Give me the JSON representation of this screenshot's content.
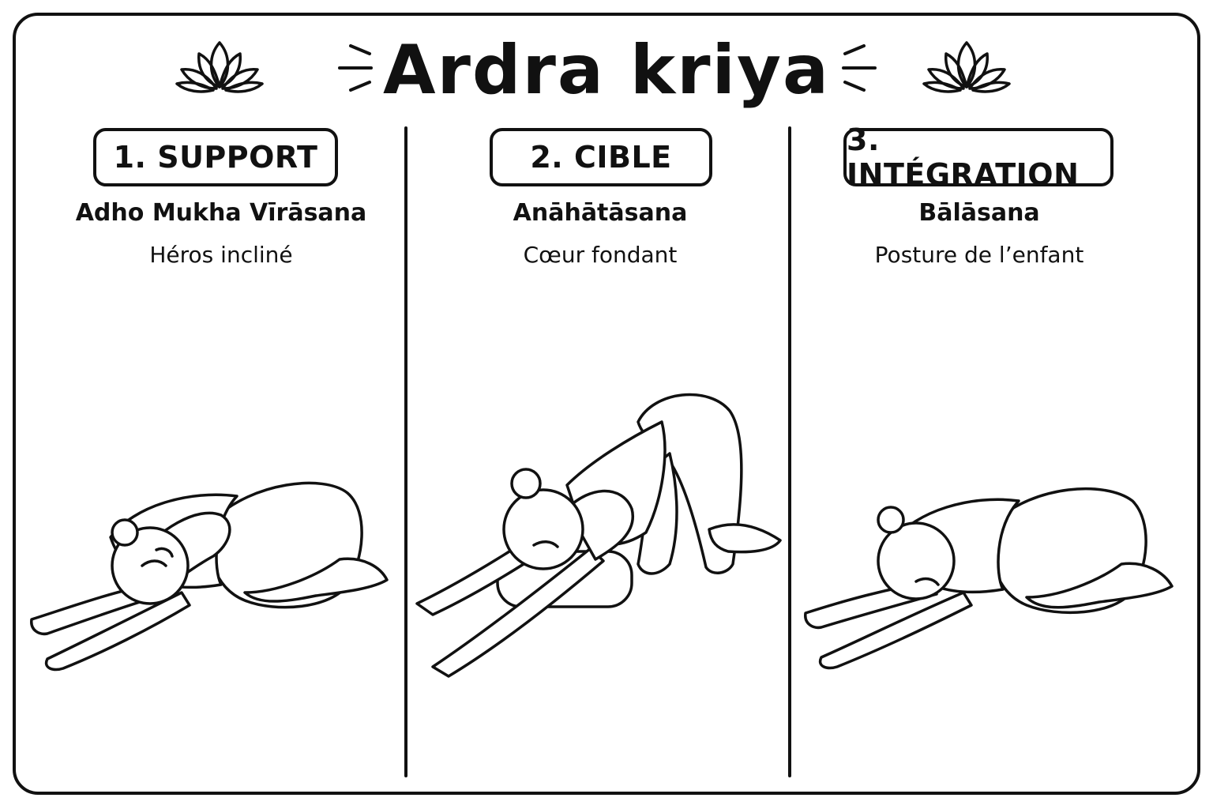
{
  "title": "Ardra kriya",
  "steps": [
    {
      "badge": "1. SUPPORT",
      "pose": "Adho Mukha Vīrāsana",
      "translation": "Héros incliné"
    },
    {
      "badge": "2. CIBLE",
      "pose": "Anāhātāsana",
      "translation": "Cœur fondant"
    },
    {
      "badge": "3. INTÉGRATION",
      "pose": "Bālāsana",
      "translation": "Posture de l’enfant"
    }
  ],
  "icons": {
    "left": "lotus-icon",
    "right": "lotus-icon",
    "accent": "rays-icon"
  },
  "colors": {
    "ink": "#111111",
    "background": "#ffffff"
  }
}
